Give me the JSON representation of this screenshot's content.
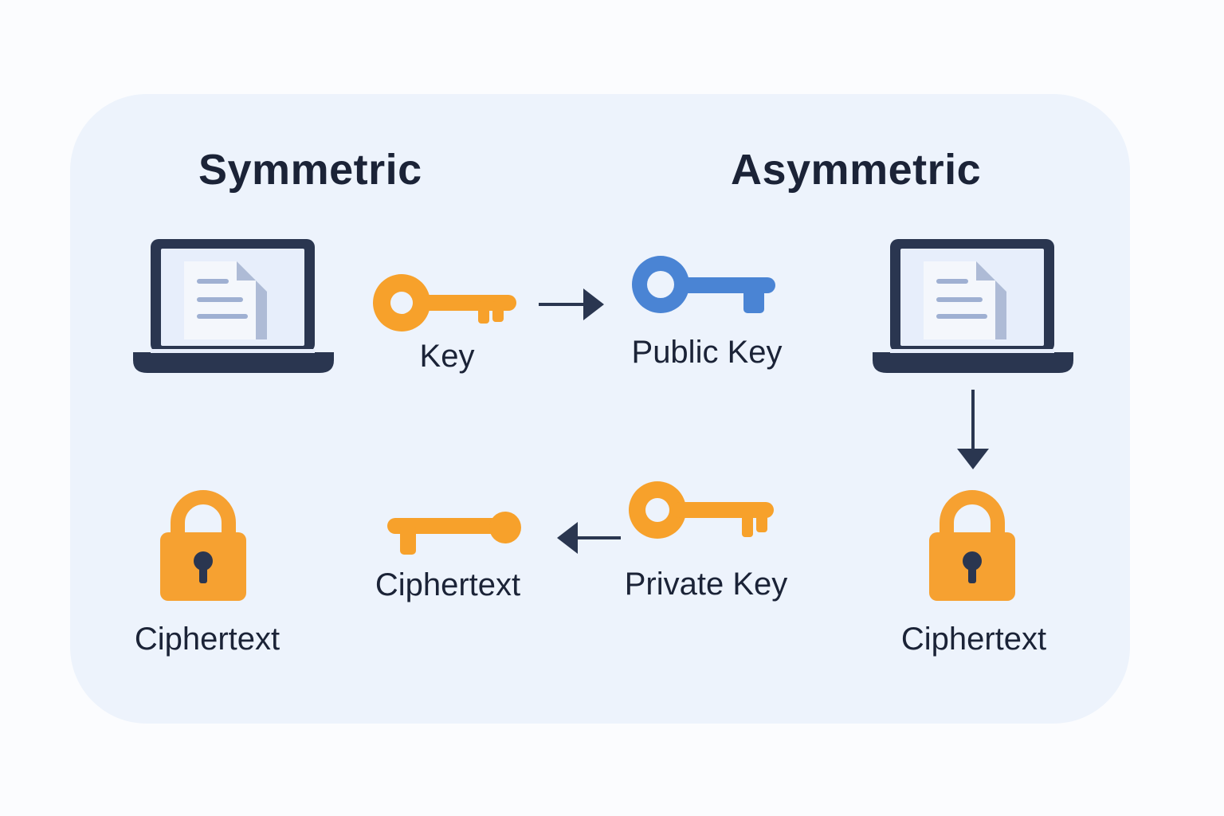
{
  "headings": {
    "symmetric": "Symmetric",
    "asymmetric": "Asymmetric"
  },
  "labels": {
    "key": "Key",
    "public_key": "Public Key",
    "private_key": "Private Key",
    "ciphertext_left": "Ciphertext",
    "ciphertext_middle": "Ciphertext",
    "ciphertext_right": "Ciphertext"
  },
  "colors": {
    "background": "#fbfcfe",
    "panel": "#edf3fc",
    "text": "#1b2337",
    "dark": "#2a3650",
    "screen": "#e7eefb",
    "document": "#f4f7fc",
    "document_shadow": "#aebbd6",
    "document_lines": "#9fb0d2",
    "orange_key": "#f7a12b",
    "blue_key": "#4a84d4",
    "lock": "#f6a131"
  },
  "icons": {
    "laptop_left": "laptop-document-icon",
    "laptop_right": "laptop-document-icon",
    "key": "key-icon",
    "public_key": "key-icon",
    "private_key": "key-icon",
    "lock_left": "padlock-icon",
    "lock_right": "padlock-icon",
    "arrow_right": "arrow-right-icon",
    "arrow_left": "arrow-left-icon",
    "arrow_down": "arrow-down-icon"
  }
}
